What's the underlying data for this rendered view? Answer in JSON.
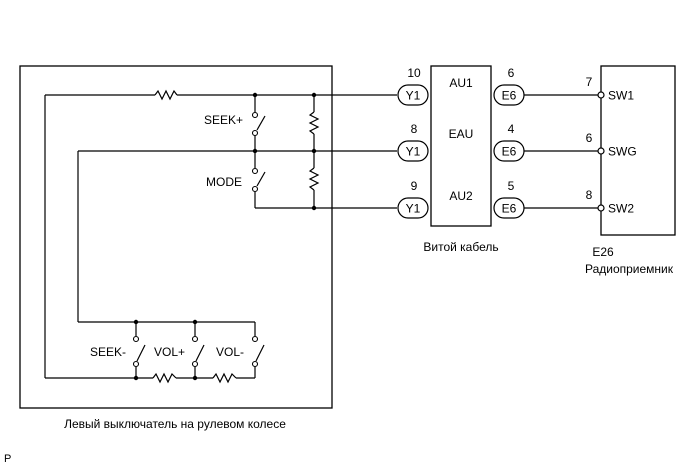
{
  "switch_unit": {
    "title": "Левый выключатель на рулевом колесе",
    "switches": {
      "seek_plus": "SEEK+",
      "mode": "MODE",
      "seek_minus": "SEEK-",
      "vol_plus": "VOL+",
      "vol_minus": "VOL-"
    }
  },
  "spiral_cable": {
    "title": "Витой кабель",
    "terminals": {
      "au1": "AU1",
      "eau": "EAU",
      "au2": "AU2"
    },
    "left_connector": "Y1",
    "right_connector": "E6",
    "left_pins": {
      "au1": "10",
      "eau": "8",
      "au2": "9"
    },
    "right_pins": {
      "au1": "6",
      "eau": "4",
      "au2": "5"
    }
  },
  "radio": {
    "code": "E26",
    "title": "Радиоприемник",
    "terminals": {
      "sw1": "SW1",
      "swg": "SWG",
      "sw2": "SW2"
    },
    "pins": {
      "sw1": "7",
      "swg": "6",
      "sw2": "8"
    }
  },
  "footer": {
    "mark": "P"
  }
}
